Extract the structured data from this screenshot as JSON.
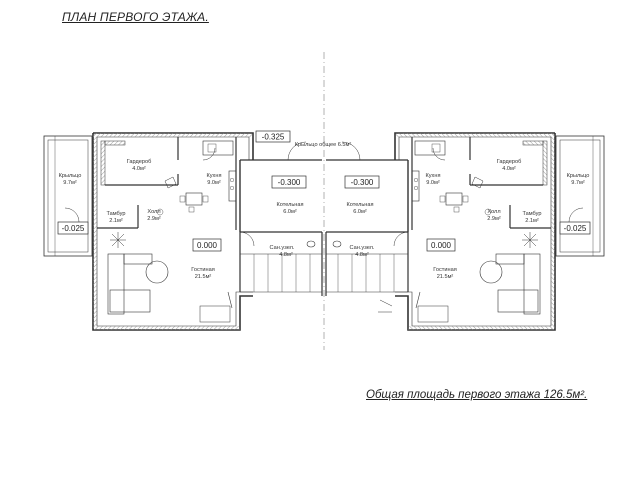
{
  "title": "ПЛАН ПЕРВОГО ЭТАЖА.",
  "total_area": "Общая площадь первого этажа 126.5м².",
  "porch_common": {
    "name": "Крыльцо общее",
    "area": "6.5м²"
  },
  "levels": {
    "porch": "-0.325",
    "boiler_left": "-0.300",
    "boiler_right": "-0.300",
    "outer_left": "-0.025",
    "outer_right": "-0.025",
    "living_left": "0.000",
    "living_right": "0.000"
  },
  "rooms": {
    "porch_left": {
      "name": "Крыльцо",
      "area": "9.7м²"
    },
    "porch_right": {
      "name": "Крыльцо",
      "area": "9.7м²"
    },
    "wardrobe_left": {
      "name": "Гардероб",
      "area": "4.0м²"
    },
    "wardrobe_right": {
      "name": "Гардероб",
      "area": "4.0м²"
    },
    "kitchen_left": {
      "name": "Кухня",
      "area": "9.0м²"
    },
    "kitchen_right": {
      "name": "Кухня",
      "area": "9.0м²"
    },
    "boiler_left": {
      "name": "Котельная",
      "area": "6.0м²"
    },
    "boiler_right": {
      "name": "Котельная",
      "area": "6.0м²"
    },
    "vestibule_left": {
      "name": "Тамбур",
      "area": "2.1м²"
    },
    "vestibule_right": {
      "name": "Тамбур",
      "area": "2.1м²"
    },
    "hall_left": {
      "name": "Холл",
      "area": "2.9м²"
    },
    "hall_right": {
      "name": "Холл",
      "area": "2.9м²"
    },
    "bath_left": {
      "name": "Сан.узел.",
      "area": "4.8м²"
    },
    "bath_right": {
      "name": "Сан.узел.",
      "area": "4.8м²"
    },
    "living_left": {
      "name": "Гостиная",
      "area": "21.5м²"
    },
    "living_right": {
      "name": "Гостиная",
      "area": "21.5м²"
    }
  }
}
